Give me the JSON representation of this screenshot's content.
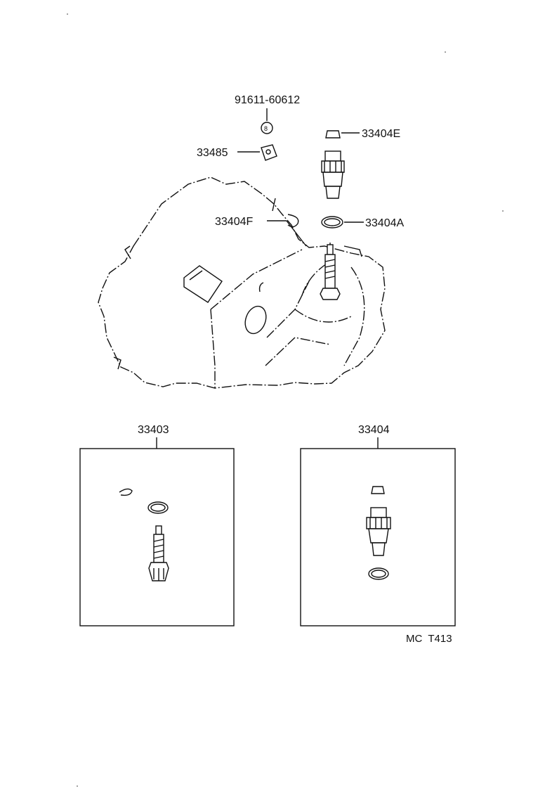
{
  "callouts": {
    "bolt": "91611-60612",
    "plate": "33485",
    "clip": "33404F",
    "cap": "33404E",
    "oring": "33404A"
  },
  "kits": {
    "left": "33403",
    "right": "33404"
  },
  "code": "MC  T413"
}
